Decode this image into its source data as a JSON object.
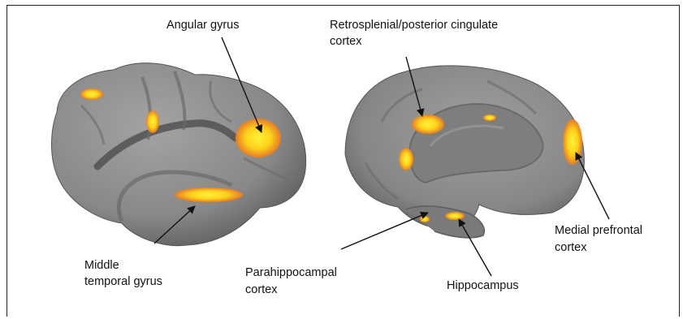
{
  "figure": {
    "labels": {
      "angular_gyrus": "Angular gyrus",
      "retrosplenial_line1": "Retrosplenial/posterior cingulate",
      "retrosplenial_line2": "cortex",
      "middle_temporal_line1": "Middle",
      "middle_temporal_line2": "temporal gyrus",
      "parahippocampal_line1": "Parahippocampal",
      "parahippocampal_line2": "cortex",
      "hippocampus": "Hippocampus",
      "medial_prefrontal_line1": "Medial prefrontal",
      "medial_prefrontal_line2": "cortex"
    },
    "colors": {
      "cortex": "#8a8a8a",
      "sulcus": "#5e5e5e",
      "activation_core": "#ffe21f",
      "activation_edge": "#f08a1c",
      "arrow": "#111111",
      "frame": "#222222"
    }
  }
}
